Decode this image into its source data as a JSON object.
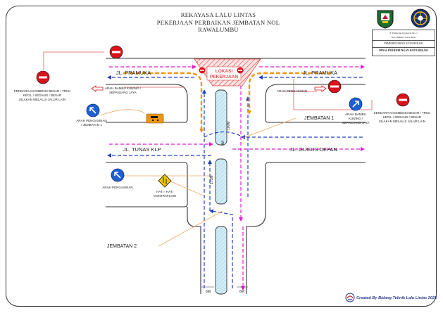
{
  "title": {
    "line1": "REKAYASA LALU LINTAS",
    "line2": "PEKERJAAN PERBAIKAN JEMBATAN NOL",
    "line3": "RAWALUMBU"
  },
  "info_box": {
    "address": "Jl. Pangeran Jayakarta No. 1",
    "city": "Kota Bekasi, Jawa Barat",
    "pemkot": "PEMERINTAHAN KOTA BEKASI",
    "dinas": "DINAS PERHUBUNGAN KOTA BEKASI"
  },
  "roads": {
    "pramuka": "JL. PRAMUKA",
    "tunas": "JL. TUNAS KLP",
    "gugus": "JL. GUGUS DEPAN"
  },
  "work_zone": {
    "label_1": "LOKASI",
    "label_2": "PEKERJAAN"
  },
  "labels": {
    "kendaraan_left": [
      "KENDARAAN DIMENSI BESAR / TRUK",
      "KECIL / SEDANG / BESAR",
      "SILAKAN MELALUI JALUR LAIN"
    ],
    "kendaraan_right": [
      "KENDARAAN DIMENSI BESAR / TRUK",
      "KECIL / SEDANG / BESAR",
      "SILAKAN MELALUI JALUR LAIN"
    ],
    "bambu_left": [
      "ARAH BAMBU KUNING /",
      "SEPANJANG JAYA"
    ],
    "bambu_right": [
      "ARAH BAMBU",
      "KUNING /",
      "SEPANJANG JAYA"
    ],
    "pengasinan_left": [
      "ARAH PENGASINAN",
      "/ JEMBATAN 1"
    ],
    "pengasinan_right": "ARAH PENGASINAN",
    "pengasinan_lower": "ARAH PENGASINAN",
    "hati": [
      "HATI - HATI",
      "CONTRAFLOW"
    ],
    "jembatan_1": "JEMBATAN 1",
    "jembatan_2": "JEMBATAN 2",
    "dim_100m": "100M",
    "dim_5m": "5M",
    "dim_175m": "175M",
    "dim_6m_left": "6M",
    "dim_6m_right": "6M"
  },
  "footer": "Created By Bidang Teknik Lalu Lintas 2025",
  "colors": {
    "traffic_blue": "#1f3fbf",
    "traffic_magenta": "#e21bd0",
    "detour_orange": "#f0960f",
    "no_entry_red": "#d9121b",
    "callout_red": "#e25b5b",
    "callout_orange": "#f0a860",
    "bridge_fill": "#cfe8f3"
  }
}
